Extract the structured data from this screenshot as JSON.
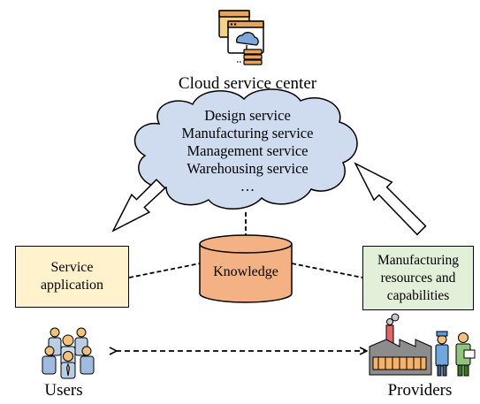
{
  "cloud_center": {
    "title": "Cloud service center",
    "icon": "cloud-server-browser-icon",
    "services": [
      "Design service",
      "Manufacturing service",
      "Management service",
      "Warehousing service",
      "…"
    ]
  },
  "knowledge": {
    "label": "Knowledge"
  },
  "service_application": {
    "label": "Service application"
  },
  "manufacturing_resources": {
    "label": "Manufacturing resources and capabilities"
  },
  "users": {
    "label": "Users",
    "icon": "users-group-icon"
  },
  "providers": {
    "label": "Providers",
    "icon": "factory-and-workers-icon"
  },
  "colors": {
    "cloud_fill": "#cfdcf0",
    "knowledge_fill": "#f4b183",
    "service_app_fill": "#fff2cc",
    "resources_fill": "#e2f0d9"
  }
}
